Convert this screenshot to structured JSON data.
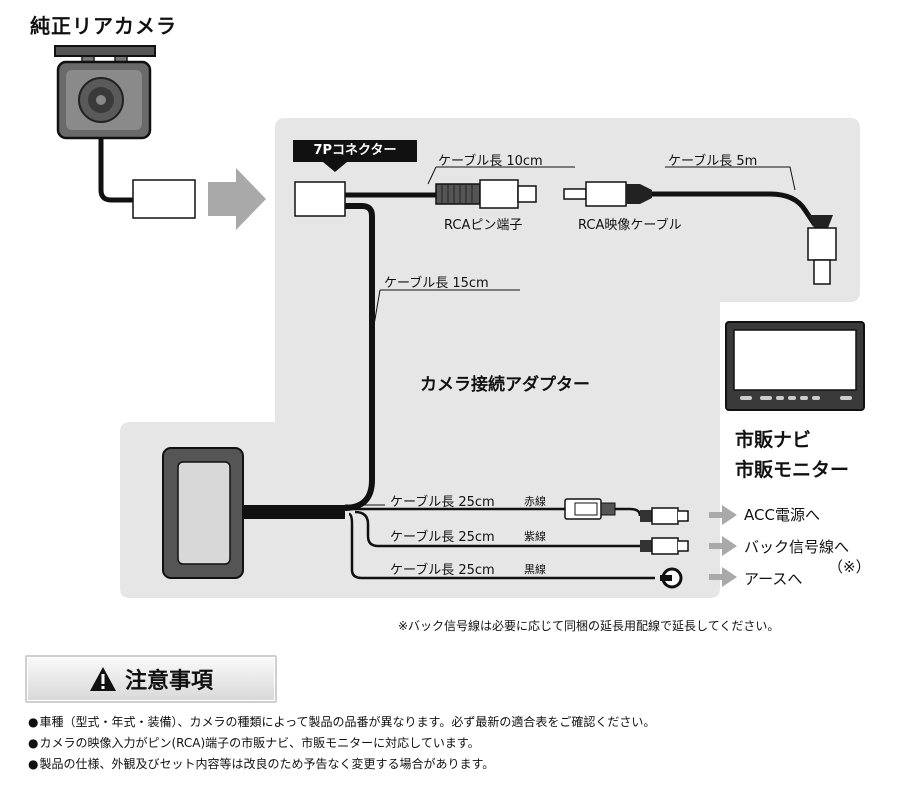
{
  "title": "純正リアカメラ",
  "connector_label": "7Pコネクター",
  "cables": {
    "rca_pin_length": "ケーブル長 10cm",
    "rca_video_length": "ケーブル長 5m",
    "main_length": "ケーブル長 15cm",
    "red_length": "ケーブル長 25cm",
    "purple_length": "ケーブル長 25cm",
    "black_length": "ケーブル長 25cm"
  },
  "parts": {
    "rca_pin": "RCAピン端子",
    "rca_video_cable": "RCA映像ケーブル",
    "adapter": "カメラ接続アダプター",
    "navi_line1": "市販ナビ",
    "navi_line2": "市販モニター"
  },
  "wires": {
    "red": "赤線",
    "purple": "紫線",
    "black": "黒線"
  },
  "destinations": {
    "acc": "ACC電源へ",
    "back": "バック信号線へ",
    "back_note_mark": "（※）",
    "earth": "アースへ"
  },
  "footnote": "※バック信号線は必要に応じて同梱の延長用配線で延長してください。",
  "caution": {
    "heading": "注意事項",
    "items": [
      "車種（型式・年式・装備）、カメラの種類によって製品の品番が異なります。必ず最新の適合表をご確認ください。",
      "カメラの映像入力がピン(RCA)端子の市販ナビ、市販モニターに対応しています。",
      "製品の仕様、外観及びセット内容等は改良のため予告なく変更する場合があります。"
    ]
  },
  "colors": {
    "panel": "#e6e6e6",
    "arrow": "#a9a9a9",
    "cable": "#111111"
  }
}
